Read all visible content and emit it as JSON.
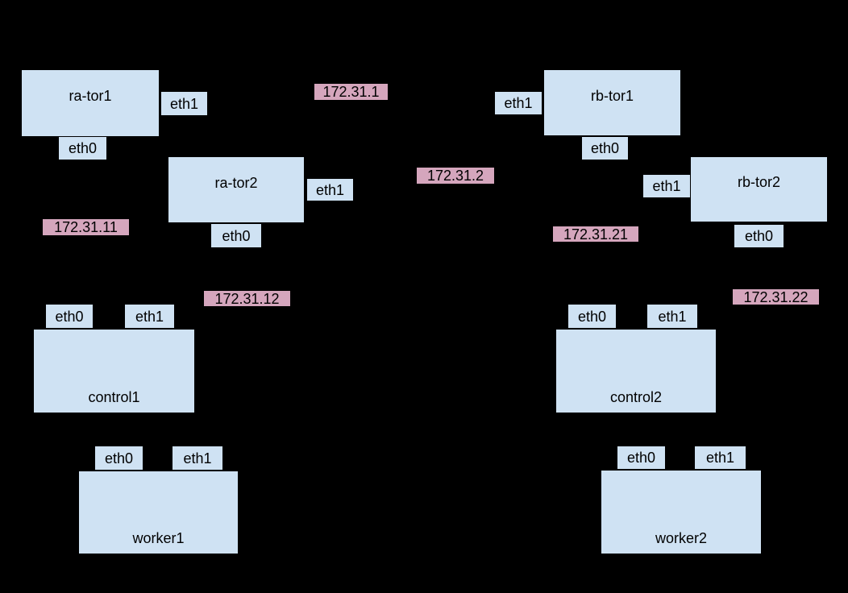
{
  "diagram": {
    "background_color": "#000000",
    "node_fill_color": "#cfe2f3",
    "node_border_color": "#000000",
    "ip_label_fill_color": "#d5a6bd",
    "text_color": "#000000",
    "nodes": [
      {
        "name": "ra-tor1"
      },
      {
        "name": "ra-tor2"
      },
      {
        "name": "rb-tor1"
      },
      {
        "name": "rb-tor2"
      },
      {
        "name": "control1"
      },
      {
        "name": "control2"
      },
      {
        "name": "worker1"
      },
      {
        "name": "worker2"
      }
    ],
    "ports": [
      {
        "node": "ra-tor1",
        "label": "eth1"
      },
      {
        "node": "ra-tor1",
        "label": "eth0"
      },
      {
        "node": "ra-tor2",
        "label": "eth1"
      },
      {
        "node": "ra-tor2",
        "label": "eth0"
      },
      {
        "node": "rb-tor1",
        "label": "eth1"
      },
      {
        "node": "rb-tor1",
        "label": "eth0"
      },
      {
        "node": "rb-tor2",
        "label": "eth1"
      },
      {
        "node": "rb-tor2",
        "label": "eth0"
      },
      {
        "node": "control1",
        "label": "eth0"
      },
      {
        "node": "control1",
        "label": "eth1"
      },
      {
        "node": "control2",
        "label": "eth0"
      },
      {
        "node": "control2",
        "label": "eth1"
      },
      {
        "node": "worker1",
        "label": "eth0"
      },
      {
        "node": "worker1",
        "label": "eth1"
      },
      {
        "node": "worker2",
        "label": "eth0"
      },
      {
        "node": "worker2",
        "label": "eth1"
      }
    ],
    "ip_labels": [
      {
        "text": "172.31.1"
      },
      {
        "text": "172.31.2"
      },
      {
        "text": "172.31.11"
      },
      {
        "text": "172.31.12"
      },
      {
        "text": "172.31.21"
      },
      {
        "text": "172.31.22"
      }
    ]
  }
}
